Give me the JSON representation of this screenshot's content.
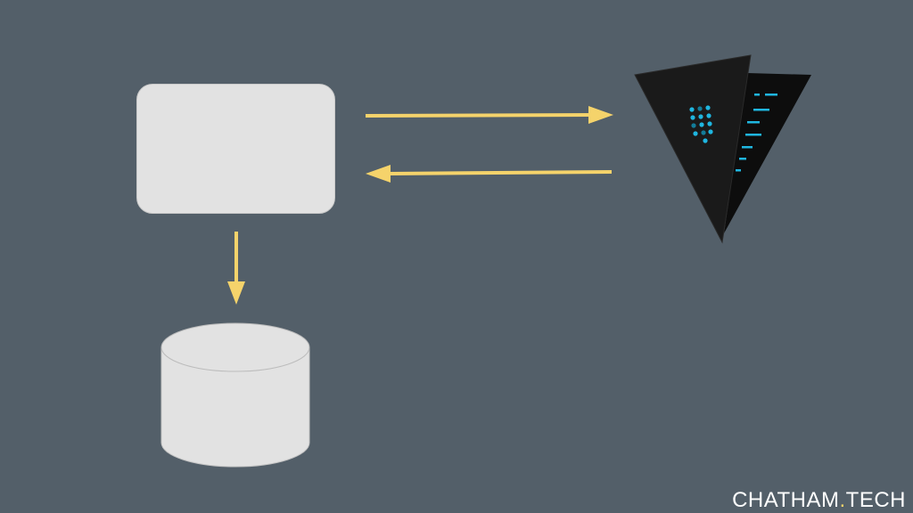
{
  "colors": {
    "background": "#535f69",
    "node_fill": "#e2e2e2",
    "node_stroke": "#c4c4c4",
    "arrow": "#f5d36b",
    "vault_dark": "#111111",
    "vault_accent": "#1fb6e0"
  },
  "nodes": {
    "app": {
      "shape": "rounded-rectangle",
      "label": ""
    },
    "database": {
      "shape": "cylinder",
      "label": ""
    },
    "vault": {
      "icon": "hashicorp-vault-icon",
      "label": ""
    }
  },
  "edges": [
    {
      "from": "app",
      "to": "vault",
      "direction": "right"
    },
    {
      "from": "vault",
      "to": "app",
      "direction": "left"
    },
    {
      "from": "app",
      "to": "database",
      "direction": "down"
    }
  ],
  "brand": {
    "part1": "CHATHAM",
    "dot": ".",
    "part2": "TECH"
  }
}
